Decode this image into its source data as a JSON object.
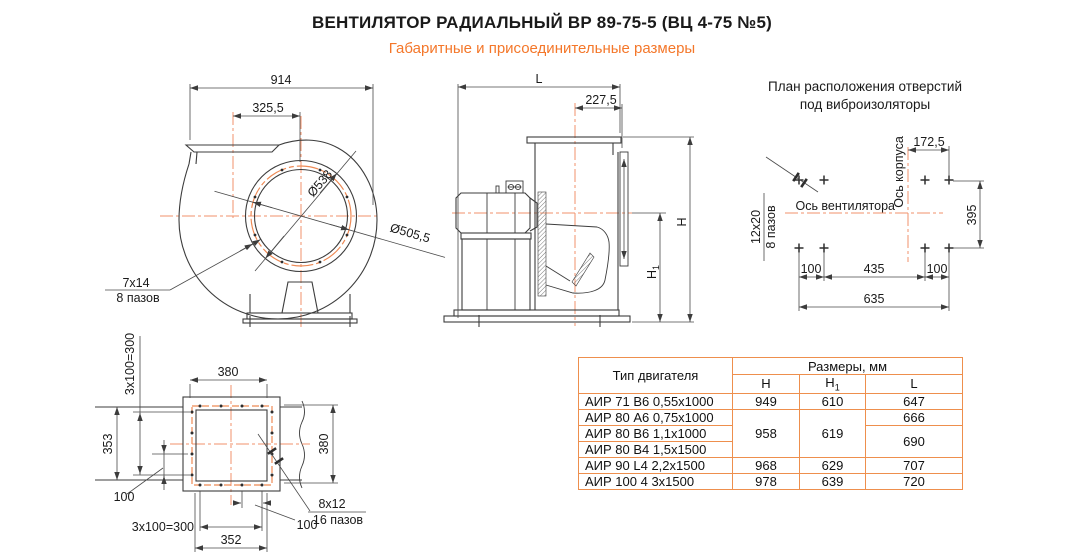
{
  "title": "ВЕНТИЛЯТОР РАДИАЛЬНЫЙ ВР 89-75-5 (ВЦ 4-75 №5)",
  "subtitle": "Габаритные и присоединительные размеры",
  "colors": {
    "accent": "#f4772a",
    "centerline": "#f0926b",
    "table_border": "#ee8f4d"
  },
  "front_view": {
    "overall_width": "914",
    "outlet_to_axis": "325,5",
    "flange_diameter": "Ø538",
    "bolt_circle_diameter": "Ø505,5",
    "slot_size": "7х14",
    "slot_count": "8 пазов"
  },
  "side_view": {
    "length": "L",
    "outlet_axis_offset": "227,5",
    "height": {
      "base": "H"
    },
    "height1": {
      "base": "H",
      "sub": "1"
    }
  },
  "holes_plan": {
    "title_line1": "План расположения отверстий",
    "title_line2": "под виброизоляторы",
    "fan_axis": "Ось вентилятора",
    "housing_axis": "Ось корпуса",
    "slot_size": "12х20",
    "slot_count": "8 пазов",
    "dim_172": "172,5",
    "dim_395": "395",
    "dim_100_left": "100",
    "dim_435": "435",
    "dim_100_right": "100",
    "dim_635": "635"
  },
  "flange_view": {
    "dim_top": "380",
    "dim_pitch_left": "3х100=300",
    "dim_353": "353",
    "dim_right": "380",
    "dim_100_left": "100",
    "dim_pitch_bottom": "3х100=300",
    "dim_352": "352",
    "dim_100_bottom": "100",
    "slot_size": "8х12",
    "slot_count": "16 пазов"
  },
  "table": {
    "col_type": "Тип двигателя",
    "col_group": "Размеры, мм",
    "col_h": "H",
    "col_h1": {
      "base": "H",
      "sub": "1"
    },
    "col_l": "L",
    "rows": [
      {
        "type": "АИР 71 В6 0,55х1000",
        "h": "949",
        "h1": "610",
        "l": "647"
      },
      {
        "type": "АИР 80 А6 0,75х1000",
        "h": "958",
        "h1": "619",
        "l": "666"
      },
      {
        "type": "АИР 80 В6 1,1х1000",
        "l": "690"
      },
      {
        "type": "АИР 80 В4 1,5х1500"
      },
      {
        "type": "АИР 90 L4 2,2х1500",
        "h": "968",
        "h1": "629",
        "l": "707"
      },
      {
        "type": "АИР 100 4 3х1500",
        "h": "978",
        "h1": "639",
        "l": "720"
      }
    ]
  }
}
